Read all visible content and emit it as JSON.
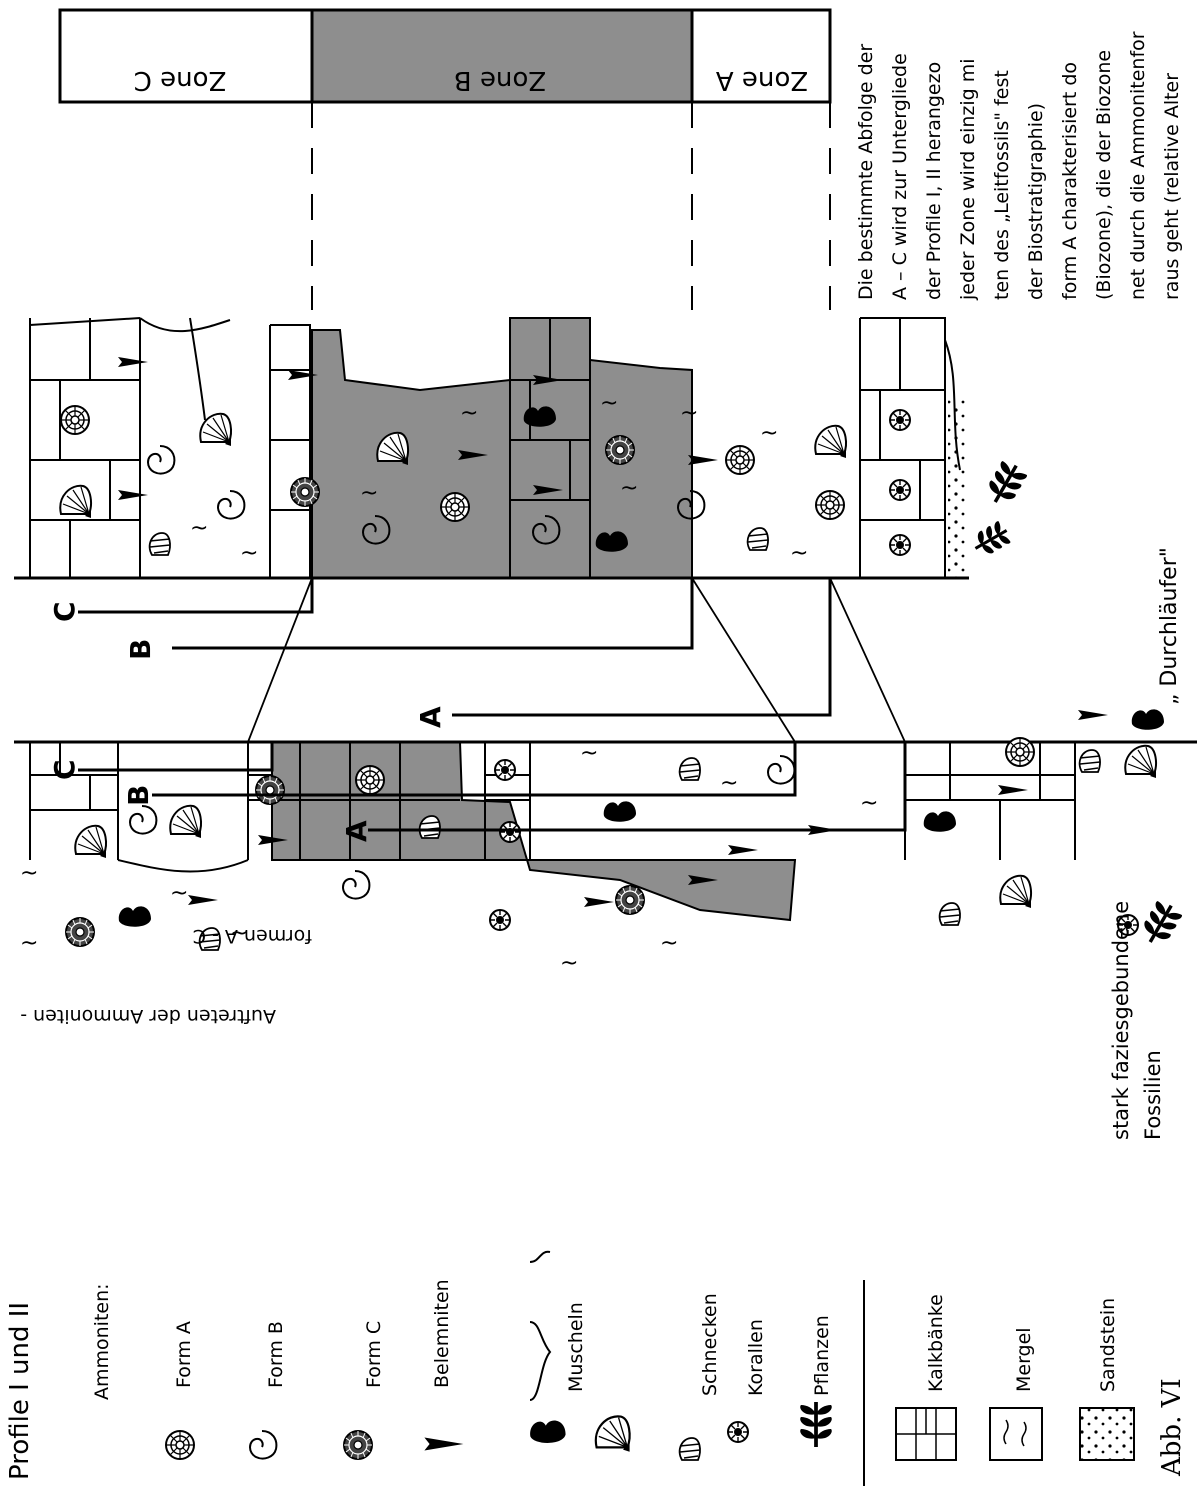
{
  "figure": {
    "label": "Abb. VI",
    "title": "Profile I und II",
    "ammonite_range_label_1": "Auftreten der Ammoniten -",
    "ammonite_range_label_2": "formen A - C"
  },
  "legend": {
    "ammonites_heading": "Ammoniten:",
    "form_a": "Form A",
    "form_b": "Form B",
    "form_c": "Form C",
    "belemnites": "Belemniten",
    "mussels": "Muscheln",
    "snails": "Schnecken",
    "corals": "Korallen",
    "plants": "Pflanzen",
    "limestone": "Kalkbänke",
    "marl": "Mergel",
    "sandstone": "Sandstein"
  },
  "markers": {
    "a": "A",
    "b": "B",
    "c": "C"
  },
  "annotations": {
    "facies_fossils_1": "stark faziesgebundene",
    "facies_fossils_2": "Fossilien",
    "durchlaeufer": "„ Durchläufer\""
  },
  "zones": [
    {
      "label": "Zone A",
      "fill": "#ffffff"
    },
    {
      "label": "Zone B",
      "fill": "#8e8e8e"
    },
    {
      "label": "Zone C",
      "fill": "#ffffff"
    }
  ],
  "explanation": {
    "lines": [
      "Die bestimmte Abfolge der",
      "A – C wird zur Untergliede",
      "der Profile I, II herangezo",
      "jeder Zone wird einzig mi",
      "ten des „Leitfossils\" fest",
      "der Biostratigraphie)",
      "form A charakterisiert do",
      "(Biozone), die der Biozone",
      "net durch die Ammonitenfor",
      "raus geht (relative Alter"
    ]
  },
  "colors": {
    "ink": "#000000",
    "zone_b_shade": "#8e8e8e",
    "paper": "#ffffff"
  }
}
